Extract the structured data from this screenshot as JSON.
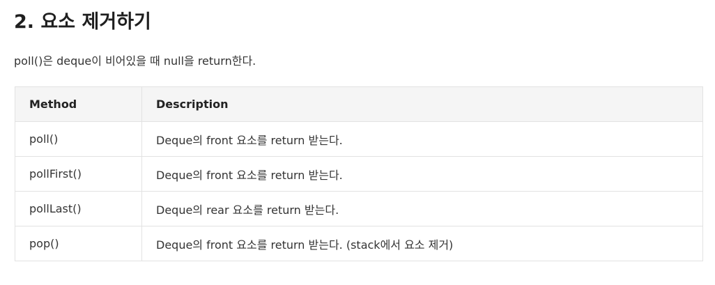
{
  "section": {
    "title": "2. 요소 제거하기",
    "intro": "poll()은 deque이 비어있을 때 null을 return한다."
  },
  "table": {
    "headers": [
      "Method",
      "Description"
    ],
    "rows": [
      {
        "method": "poll()",
        "description": "Deque의 front 요소를 return 받는다."
      },
      {
        "method": "pollFirst()",
        "description": "Deque의 front 요소를 return 받는다."
      },
      {
        "method": "pollLast()",
        "description": "Deque의 rear 요소를 return 받는다."
      },
      {
        "method": "pop()",
        "description": "Deque의 front 요소를 return 받는다. (stack에서 요소 제거)"
      }
    ]
  }
}
